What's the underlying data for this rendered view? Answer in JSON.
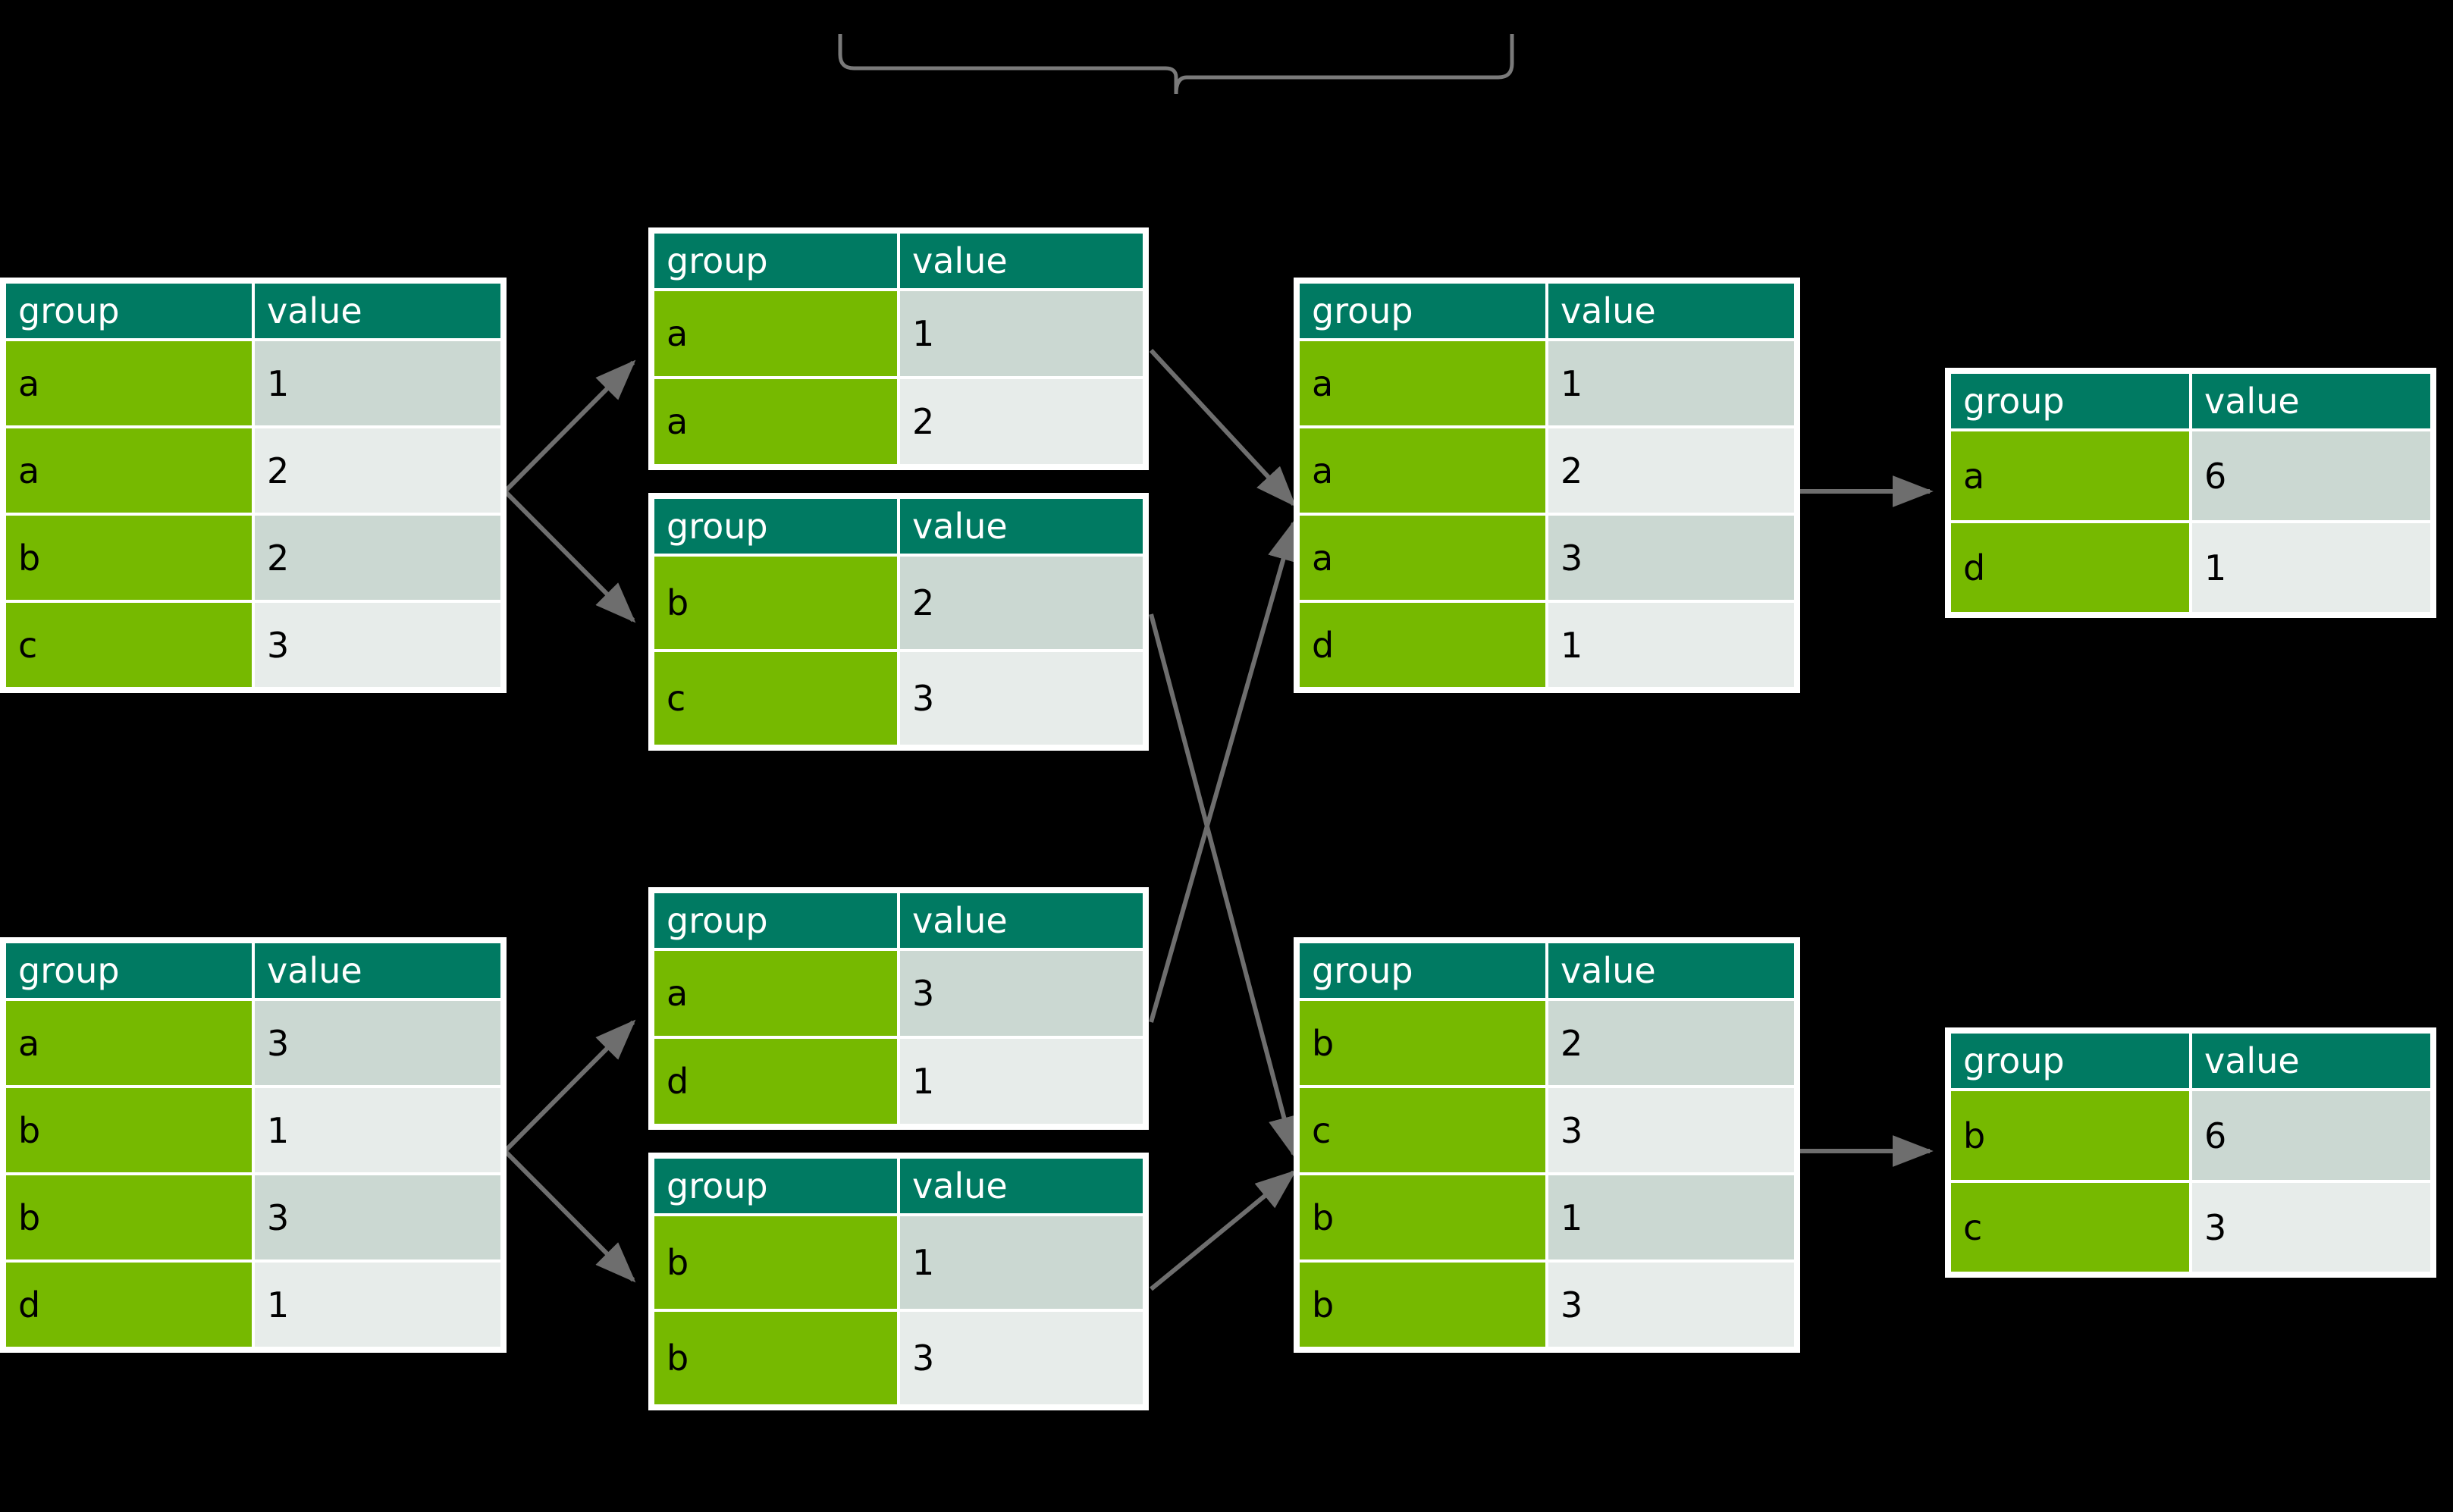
{
  "diagram": {
    "title_brace": "",
    "columns": {
      "header_group": "group",
      "header_value": "value"
    },
    "colors": {
      "header_bg": "#007A62",
      "header_text": "#ffffff",
      "group_cell_bg": "#76B900",
      "value_cell_bg_even": "#CBD8D2",
      "value_cell_bg_odd": "#E7ECEA",
      "table_border": "#ffffff",
      "arrow": "#6E6E6E",
      "background": "#000000"
    },
    "brace": {
      "name": "top-brace",
      "label": ""
    },
    "tables": [
      {
        "id": "input-partition-1",
        "headers": [
          "group",
          "value"
        ],
        "rows": [
          [
            "a",
            "1"
          ],
          [
            "a",
            "2"
          ],
          [
            "b",
            "2"
          ],
          [
            "c",
            "3"
          ]
        ]
      },
      {
        "id": "shuffle-out-1a",
        "headers": [
          "group",
          "value"
        ],
        "rows": [
          [
            "a",
            "1"
          ],
          [
            "a",
            "2"
          ]
        ]
      },
      {
        "id": "shuffle-out-1b",
        "headers": [
          "group",
          "value"
        ],
        "rows": [
          [
            "b",
            "2"
          ],
          [
            "c",
            "3"
          ]
        ]
      },
      {
        "id": "shuffle-in-a",
        "headers": [
          "group",
          "value"
        ],
        "rows": [
          [
            "a",
            "1"
          ],
          [
            "a",
            "2"
          ],
          [
            "a",
            "3"
          ],
          [
            "d",
            "1"
          ]
        ]
      },
      {
        "id": "reduced-a",
        "headers": [
          "group",
          "value"
        ],
        "rows": [
          [
            "a",
            "6"
          ],
          [
            "d",
            "1"
          ]
        ]
      },
      {
        "id": "input-partition-2",
        "headers": [
          "group",
          "value"
        ],
        "rows": [
          [
            "a",
            "3"
          ],
          [
            "b",
            "1"
          ],
          [
            "b",
            "3"
          ],
          [
            "d",
            "1"
          ]
        ]
      },
      {
        "id": "shuffle-out-2a",
        "headers": [
          "group",
          "value"
        ],
        "rows": [
          [
            "a",
            "3"
          ],
          [
            "d",
            "1"
          ]
        ]
      },
      {
        "id": "shuffle-out-2b",
        "headers": [
          "group",
          "value"
        ],
        "rows": [
          [
            "b",
            "1"
          ],
          [
            "b",
            "3"
          ]
        ]
      },
      {
        "id": "shuffle-in-b",
        "headers": [
          "group",
          "value"
        ],
        "rows": [
          [
            "b",
            "2"
          ],
          [
            "c",
            "3"
          ],
          [
            "b",
            "1"
          ],
          [
            "b",
            "3"
          ]
        ]
      },
      {
        "id": "reduced-b",
        "headers": [
          "group",
          "value"
        ],
        "rows": [
          [
            "b",
            "6"
          ],
          [
            "c",
            "3"
          ]
        ]
      }
    ]
  }
}
